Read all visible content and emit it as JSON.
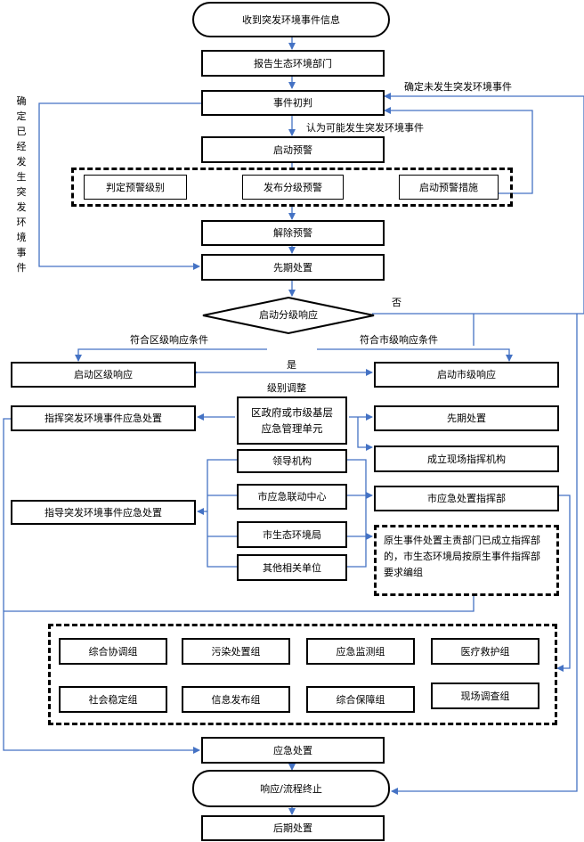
{
  "nodes": {
    "receive": "收到突发环境事件信息",
    "report": "报告生态环境部门",
    "initial": "事件初判",
    "start_warning": "启动预警",
    "judge_level": "判定预警级别",
    "publish_level": "发布分级预警",
    "start_measures": "启动预警措施",
    "lift_warning": "解除预警",
    "early_disposal_1": "先期处置",
    "graded_response": "启动分级响应",
    "district_response": "启动区级响应",
    "city_response": "启动市级响应",
    "command_district": "指挥突发环境事件应急处置",
    "district_unit": "区政府或市级基层应急管理单元",
    "early_disposal_2": "先期处置",
    "leading_org": "领导机构",
    "field_command": "成立现场指挥机构",
    "emergency_center": "市应急联动中心",
    "city_command": "市应急处置指挥部",
    "guide_disposal": "指导突发环境事件应急处置",
    "eco_bureau": "市生态环境局",
    "other_units": "其他相关单位",
    "note": "原生事件处置主责部门已成立指挥部的，市生态环境局按原生事件指挥部要求编组",
    "emergency_disposal": "应急处置",
    "end": "响应/流程终止",
    "post_disposal": "后期处置"
  },
  "groups": [
    "综合协调组",
    "污染处置组",
    "应急监测组",
    "医疗救护组",
    "社会稳定组",
    "信息发布组",
    "综合保障组",
    "现场调查组"
  ],
  "labels": {
    "confirmed_occurred": "确定已经发生突发环境事件",
    "confirmed_not": "确定未发生突发环境事件",
    "possible": "认为可能发生突发环境事件",
    "no": "否",
    "district_conditions": "符合区级响应条件",
    "city_conditions": "符合市级响应条件",
    "yes": "是",
    "level_adjust": "级别调整"
  },
  "colors": {
    "line": "#4472c4",
    "border": "#000000"
  }
}
